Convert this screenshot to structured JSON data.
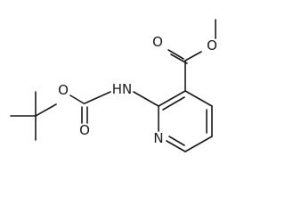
{
  "molecule": {
    "labels": {
      "o_ester_carbonyl": "O",
      "o_ester_ether": "O",
      "n_amide": "HN",
      "o_carbamate_carbonyl": "O",
      "o_carbamate_ether": "O",
      "n_ring": "N"
    },
    "colors": {
      "bond": "#1a1a1a",
      "background": "#ffffff"
    }
  }
}
